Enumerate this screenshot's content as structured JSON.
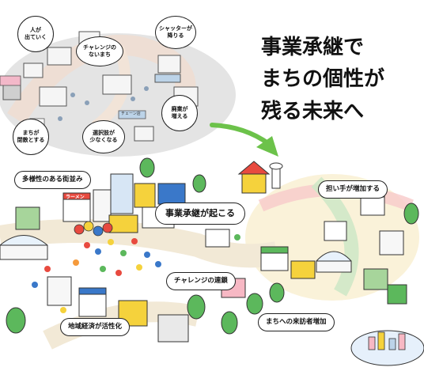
{
  "headline": {
    "line1": "事業承継で",
    "line2": "まちの個性が",
    "line3": "残る未来へ"
  },
  "past_labels": {
    "people_leave": "人が\n出ていく",
    "no_challenge": "チャレンジの\nないまち",
    "shutters_down": "シャッターが\n降りる",
    "closures_increase": "廃業が\n増える",
    "town_closed": "まちが\n閉散とする",
    "fewer_choices": "選択肢が\n少なくなる"
  },
  "future_labels": {
    "diverse_streets": "多様性のある街並み",
    "succession_happens": "事業承継が起こる",
    "successors_increase": "担い手が増加する",
    "chain_of_challenges": "チャレンジの連鎖",
    "economy_revitalized": "地域経済が活性化",
    "visitors_increase": "まちへの来訪者増加"
  },
  "sign_text": {
    "chain_store": "チェーン店",
    "ramen": "ラーメン"
  },
  "colors": {
    "past_island": "#e4e4e4",
    "arrow": "#6cc24a",
    "road": "#f2e9d6",
    "accent_yellow": "#f5d23c",
    "accent_red": "#e84a3f",
    "accent_blue": "#3a78c9",
    "tree_green": "#5cb85c"
  },
  "icons": [
    "city-illustration",
    "arrow-icon",
    "tree-icon",
    "shop-icon",
    "balloon-icon"
  ]
}
